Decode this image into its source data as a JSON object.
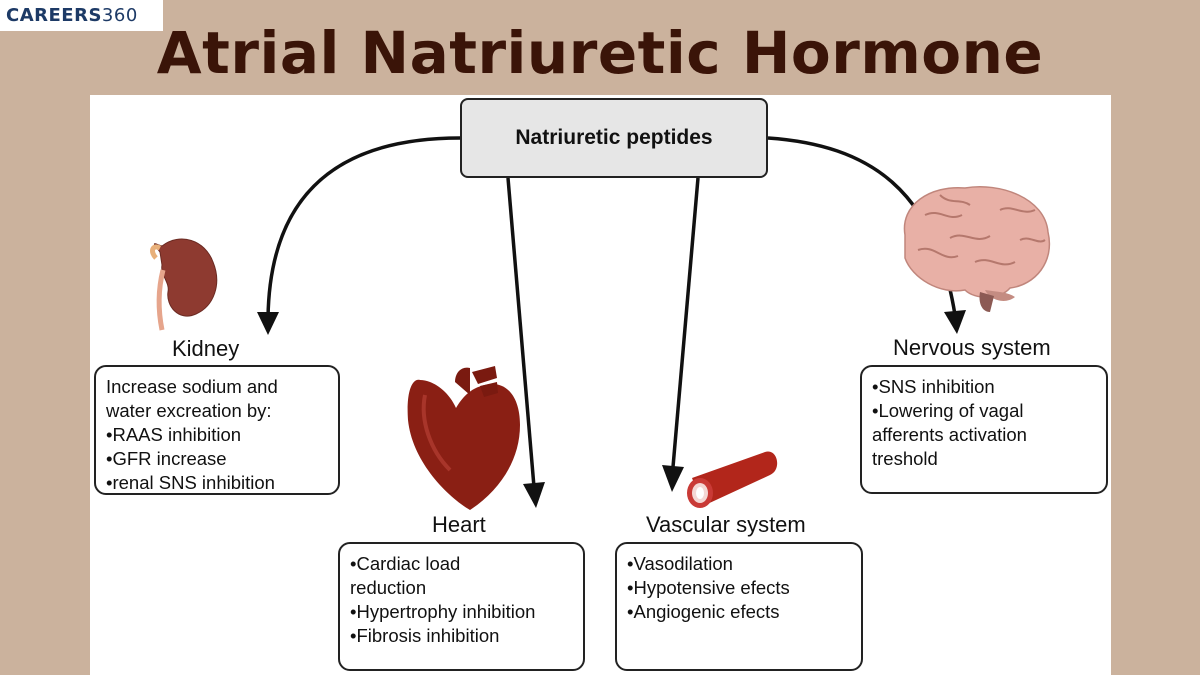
{
  "logo": {
    "part1": "CAREERS",
    "part2": "360"
  },
  "title": "Atrial Natriuretic Hormone",
  "hub": {
    "label": "Natriuretic peptides"
  },
  "kidney": {
    "label": "Kidney",
    "lines": [
      "Increase sodium and",
      "water excreation by:",
      "•RAAS inhibition",
      "•GFR increase",
      "•renal SNS inhibition"
    ]
  },
  "heart": {
    "label": "Heart",
    "lines": [
      "•Cardiac load",
      "reduction",
      "•Hypertrophy inhibition",
      "•Fibrosis inhibition"
    ]
  },
  "vascular": {
    "label": "Vascular system",
    "lines": [
      "•Vasodilation",
      "•Hypotensive efects",
      "•Angiogenic efects"
    ]
  },
  "nervous": {
    "label": "Nervous system",
    "lines": [
      "•SNS inhibition",
      "•Lowering of vagal",
      "afferents activation",
      "treshold"
    ]
  },
  "icons": [
    "kidney-icon",
    "heart-icon",
    "blood-vessel-icon",
    "brain-icon"
  ],
  "colors": {
    "background": "#cbb29d",
    "title": "#3a1408",
    "logo": "#1d3a66",
    "hub_fill": "#e6e6e6",
    "heart": "#8a1f14",
    "brain": "#e8b0a6"
  }
}
